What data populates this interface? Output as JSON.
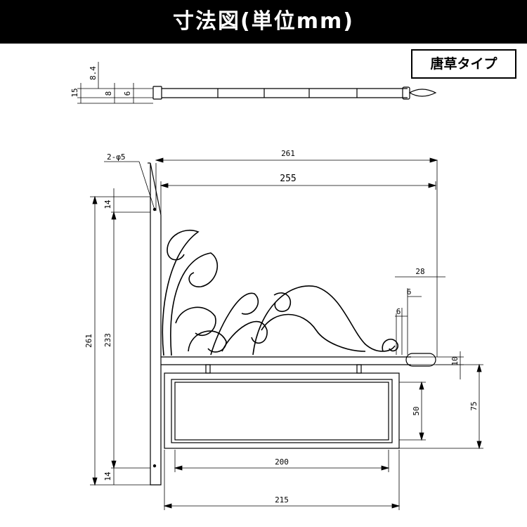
{
  "title": "寸法図(単位mm)",
  "type_label": "唐草タイプ",
  "colors": {
    "title_bg": "#000000",
    "title_fg": "#ffffff",
    "line": "#000000"
  },
  "dims": {
    "hole": "2-φ5",
    "top_width": "261",
    "inner_width": "255",
    "left_height": "261",
    "mid_height": "233",
    "top_gap": "14",
    "bottom_gap": "14",
    "sign_width": "200",
    "frame_width": "215",
    "sign_height": "50",
    "drop_height": "75",
    "bar_thick": "10",
    "tip_28": "28",
    "tip_6a": "6",
    "tip_6b": "6",
    "top_15": "15",
    "top_8_4": "8.4",
    "top_8": "8",
    "top_6": "6"
  }
}
